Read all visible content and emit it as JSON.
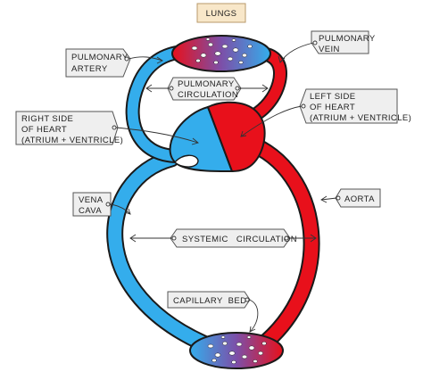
{
  "labels": {
    "lungs": "LUNGS",
    "pulmonary_artery": [
      "PULMONARY",
      "ARTERY"
    ],
    "pulmonary_vein": [
      "PULMONARY",
      "VEIN"
    ],
    "pulmonary_circulation": [
      "PULMONARY",
      "CIRCULATION"
    ],
    "left_side": [
      "LEFT SIDE",
      "OF HEART",
      "(ATRIUM + VENTRICLE)"
    ],
    "right_side": [
      "RIGHT SIDE",
      "OF HEART",
      "(ATRIUM + VENTRICLE)"
    ],
    "vena_cava": [
      "VENA",
      "CAVA"
    ],
    "aorta": "AORTA",
    "systemic_circulation": "SYSTEMIC   CIRCULATION",
    "capillary_bed": "CAPILLARY  BED"
  },
  "colors": {
    "deoxygenated": "#34adec",
    "oxygenated": "#e8101b",
    "capillary_mid": "#7c4fa8",
    "outline": "#1a1a1a",
    "label_box": "#efefef",
    "lungs_box": "#f8e7c9"
  }
}
